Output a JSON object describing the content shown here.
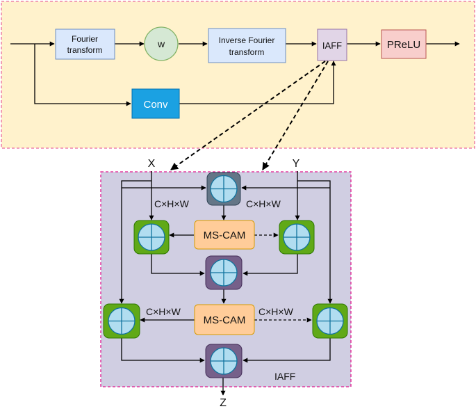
{
  "top_block": {
    "fourier_label_1": "Fourier",
    "fourier_label_2": "transform",
    "w_label": "w",
    "inverse_label_1": "Inverse Fourier",
    "inverse_label_2": "transform",
    "iaff_label": "IAFF",
    "prelu_label": "PReLU",
    "conv_label": "Conv"
  },
  "iaff_module": {
    "input_x": "X",
    "input_y": "Y",
    "output_z": "Z",
    "mscam_top": "MS-CAM",
    "mscam_bottom": "MS-CAM",
    "dim_label_top_left": "C×H×W",
    "dim_label_top_right": "C×H×W",
    "dim_label_bottom_left": "C×H×W",
    "dim_label_bottom_right": "C×H×W",
    "module_label": "IAFF"
  },
  "colors": {
    "top_background": "#fff2cc",
    "top_border": "#ea6b9d",
    "module_background": "#d0cee2",
    "module_border": "#e0188f",
    "fourier_fill": "#dae8fc",
    "fourier_stroke": "#6c8ebf",
    "w_fill": "#d5e8d4",
    "w_stroke": "#82b366",
    "iaff_fill": "#e1d5e7",
    "iaff_stroke": "#9673a6",
    "prelu_fill": "#f8cecc",
    "prelu_stroke": "#b85450",
    "conv_fill": "#1ba1e2",
    "conv_stroke": "#006eaf",
    "mscam_fill": "#ffcc99",
    "mscam_stroke": "#d79b00",
    "sum_fill": "#b1ddf0",
    "green_frame": "#60a917",
    "purple_frame": "#76608a",
    "slate_frame": "#647687"
  },
  "icons": {
    "sum_node": "circle-plus-icon"
  }
}
